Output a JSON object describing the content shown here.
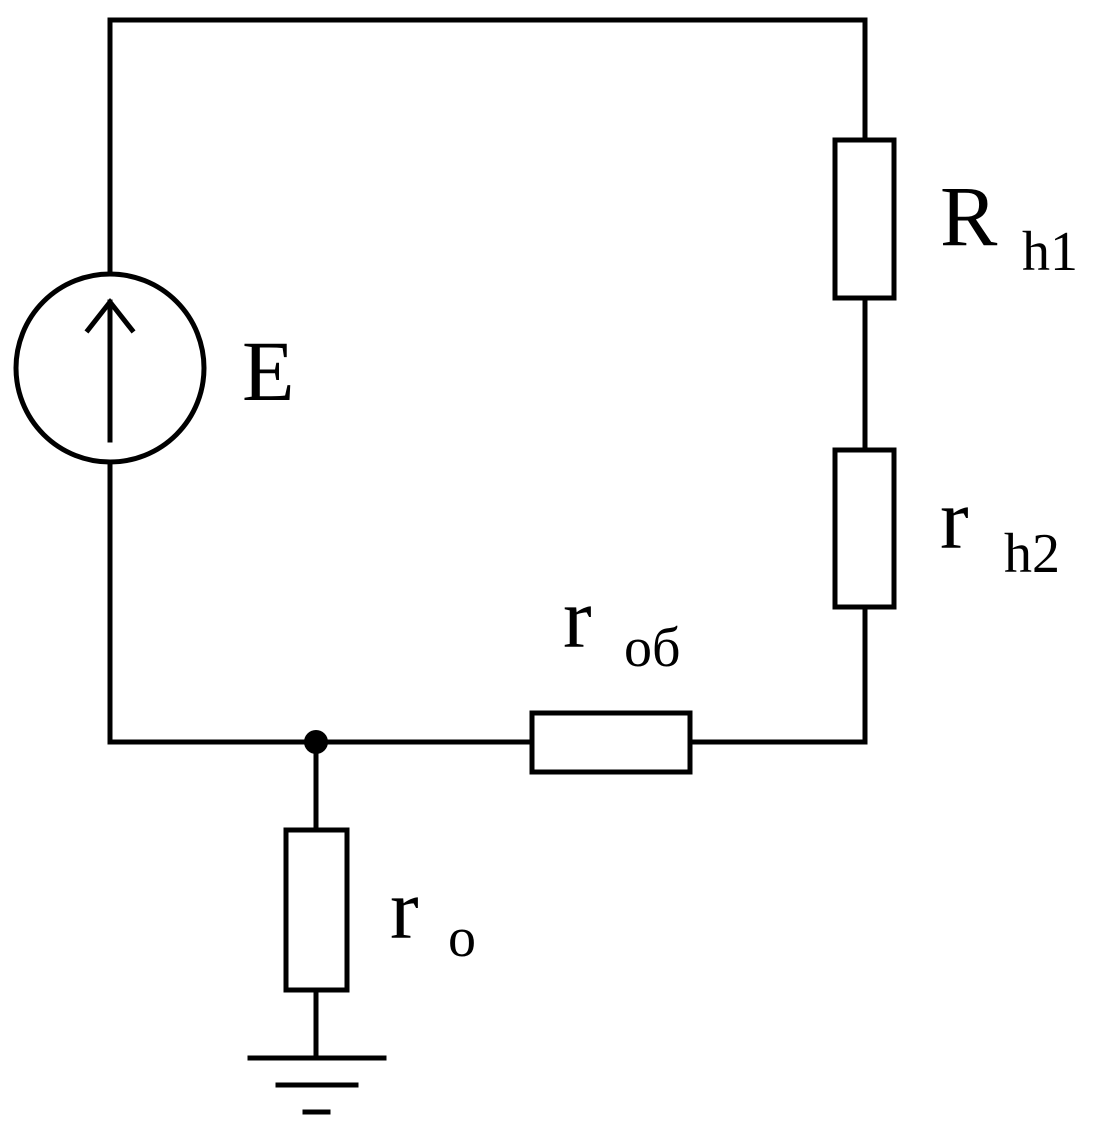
{
  "labels": {
    "source": "E",
    "r_h1_main": "R",
    "r_h1_sub": "h1",
    "r_h2_main": "r",
    "r_h2_sub": "h2",
    "r_ob_main": "r",
    "r_ob_sub": "об",
    "r_o_main": "r",
    "r_o_sub": "о"
  },
  "colors": {
    "line": "#000000",
    "background": "#ffffff"
  }
}
